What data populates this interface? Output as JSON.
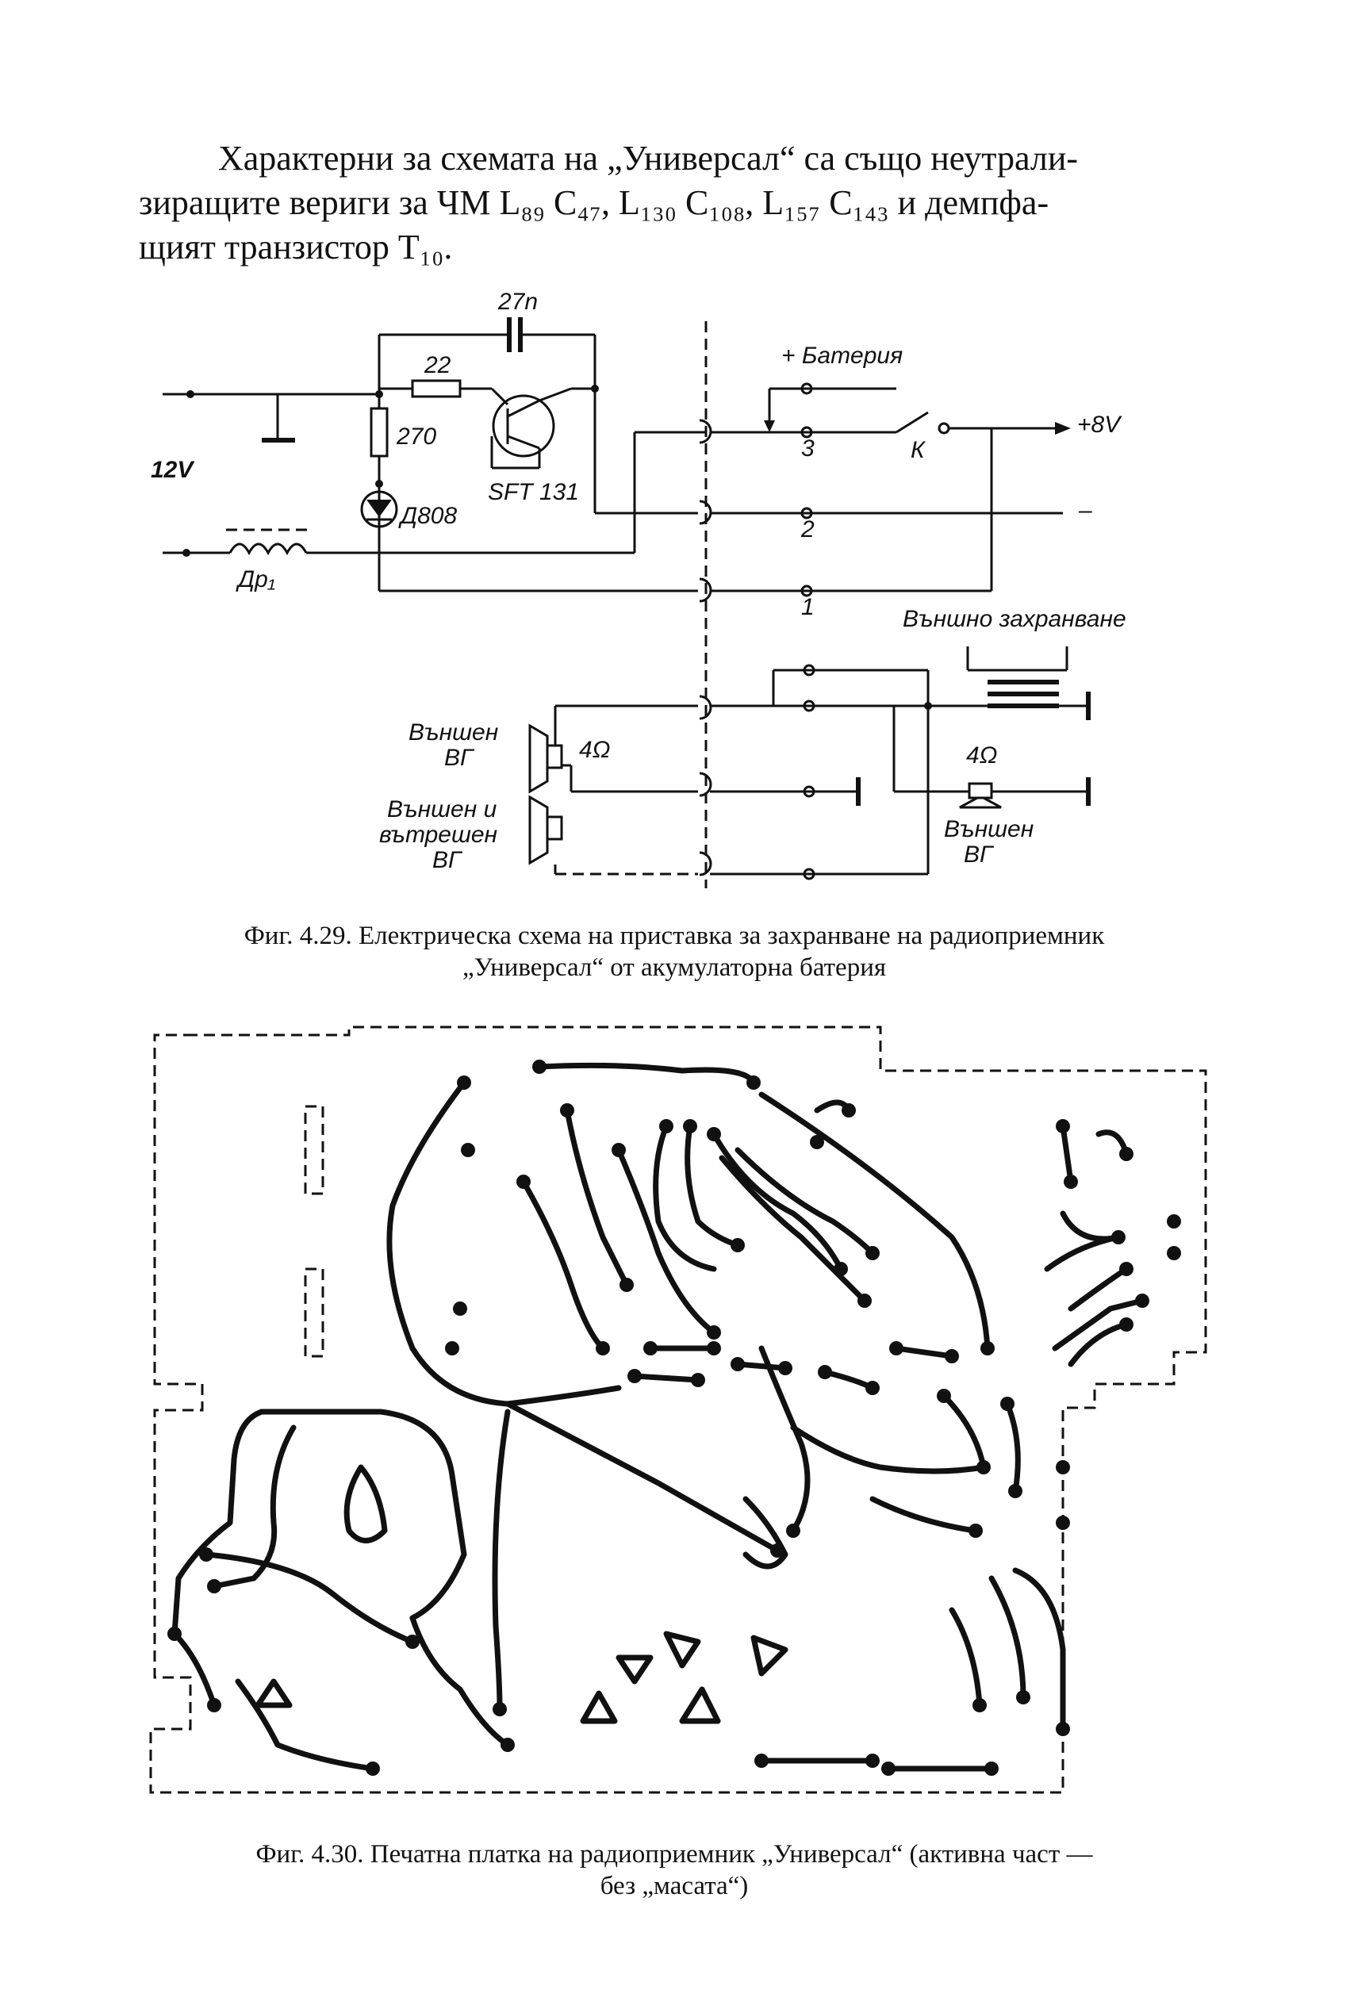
{
  "paragraph": {
    "line1": "Характерни за схемата на „Универсал“ са също неутрали-",
    "line2": "зиращите вериги за ЧМ L₈₉ C₄₇, L₁₃₀ C₁₀₈, L₁₅₇ C₁₄₃ и демпфа-",
    "line3": "щият транзистор T₁₀."
  },
  "schematic": {
    "labels": {
      "cap_27n": "27n",
      "res_22": "22",
      "res_270": "270",
      "voltage_12v": "12V",
      "diode": "Д808",
      "transistor": "SFT 131",
      "choke": "Др₁",
      "battery_plus": "+ Батерия",
      "pin3": "3",
      "pin2": "2",
      "pin1": "1",
      "switch_k": "К",
      "out_8v": "+8V",
      "out_minus": "–",
      "ext_power": "Външно захранване",
      "ext_speaker": "Външен",
      "ext_speaker_2": "ВГ",
      "ohm_left": "4Ω",
      "ohm_right": "4Ω",
      "ext_int_speaker_1": "Външен и",
      "ext_int_speaker_2": "вътрешен",
      "ext_int_speaker_3": "ВГ",
      "right_speaker_1": "Външен",
      "right_speaker_2": "ВГ"
    }
  },
  "captions": {
    "fig429_line1": "Фиг. 4.29. Електрическа схема на приставка за захранване на радиоприемник",
    "fig429_line2": "„Универсал“ от акумулаторна батерия",
    "fig430_line1": "Фиг. 4.30. Печатна платка на радиоприемник „Универсал“ (активна част —",
    "fig430_line2": "без „масата“)"
  }
}
